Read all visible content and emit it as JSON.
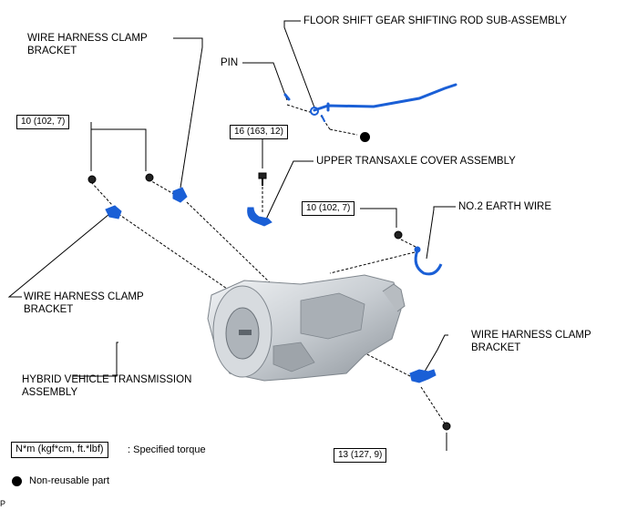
{
  "labels": {
    "floor_shift": "FLOOR SHIFT GEAR SHIFTING ROD SUB-ASSEMBLY",
    "wire_bracket_top": "WIRE HARNESS CLAMP\nBRACKET",
    "pin": "PIN",
    "upper_cover": "UPPER TRANSAXLE COVER ASSEMBLY",
    "earth_wire": "NO.2 EARTH WIRE",
    "wire_bracket_left": "WIRE HARNESS CLAMP\nBRACKET",
    "wire_bracket_right": "WIRE HARNESS CLAMP\nBRACKET",
    "transmission": "HYBRID VEHICLE TRANSMISSION\nASSEMBLY"
  },
  "torques": {
    "t1": "10 (102, 7)",
    "t2": "16 (163, 12)",
    "t3": "10 (102, 7)",
    "t4": "13 (127, 9)"
  },
  "legend": {
    "torque_unit": "N*m (kgf*cm, ft.*lbf)",
    "torque_desc": ": Specified torque",
    "nonreusable": "Non-reusable part"
  },
  "corner_code": "P",
  "colors": {
    "part_blue": "#1a5fd6",
    "line": "#000000"
  }
}
